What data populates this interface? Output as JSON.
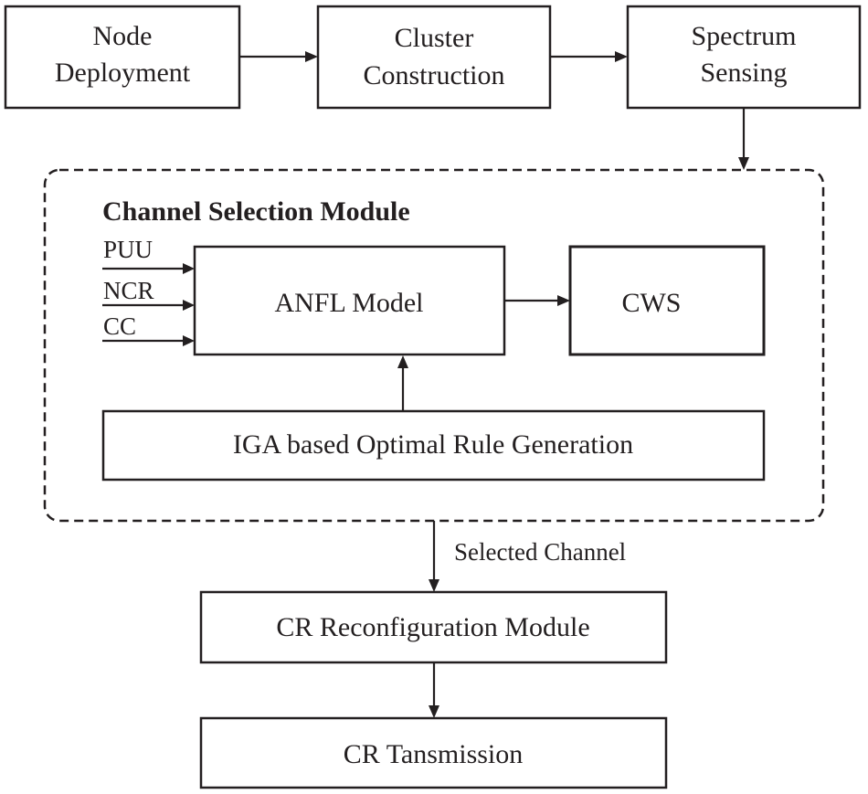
{
  "top_row": {
    "node_deployment": [
      "Node",
      "Deployment"
    ],
    "cluster_construction": [
      "Cluster",
      "Construction"
    ],
    "spectrum_sensing": [
      "Spectrum",
      "Sensing"
    ]
  },
  "channel_selection_module": {
    "title": "Channel Selection Module",
    "inputs": [
      "PUU",
      "NCR",
      "CC"
    ],
    "anfl_model": "ANFL Model",
    "cws": "CWS",
    "iga_rule_generation": "IGA based Optimal Rule Generation"
  },
  "selected_channel_label": "Selected Channel",
  "cr_reconfiguration_module": "CR Reconfiguration Module",
  "cr_transmission": "CR Tansmission"
}
